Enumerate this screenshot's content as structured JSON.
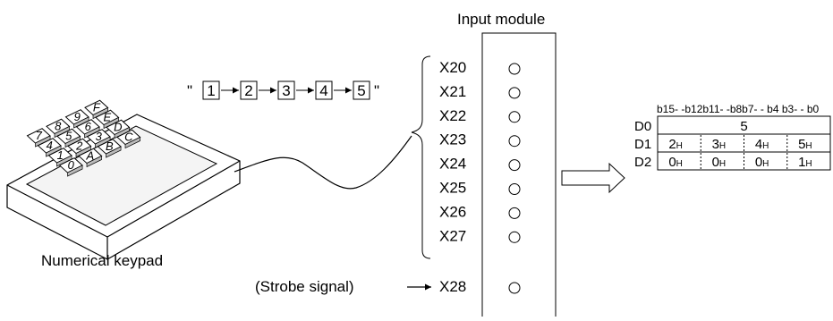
{
  "module_title": "Input module",
  "key_sequence": {
    "quote_open": "\"",
    "quote_close": "\"",
    "keys": [
      "1",
      "2",
      "3",
      "4",
      "5"
    ]
  },
  "inputs": [
    "X20",
    "X21",
    "X22",
    "X23",
    "X24",
    "X25",
    "X26",
    "X27"
  ],
  "strobe": {
    "label": "(Strobe signal)",
    "input": "X28"
  },
  "keypad": {
    "label": "Numerical keypad",
    "rows": [
      [
        "7",
        "8",
        "9",
        "F"
      ],
      [
        "4",
        "5",
        "6",
        "E"
      ],
      [
        "1",
        "2",
        "3",
        "D"
      ],
      [
        "0",
        "A",
        "B",
        "C"
      ]
    ]
  },
  "register": {
    "bit_header": "b15- -b12b11- -b8b7- - b4 b3- - b0",
    "rows": [
      {
        "name": "D0",
        "full_value": "5"
      },
      {
        "name": "D1",
        "nibbles": [
          "2",
          "3",
          "4",
          "5"
        ],
        "suffix": "H"
      },
      {
        "name": "D2",
        "nibbles": [
          "0",
          "0",
          "0",
          "1"
        ],
        "suffix": "H"
      }
    ]
  }
}
